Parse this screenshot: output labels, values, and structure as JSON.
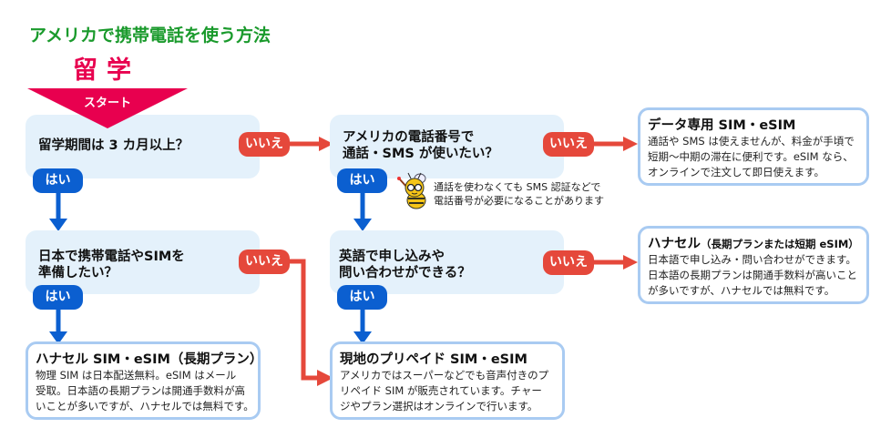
{
  "header": {
    "title": "アメリカで携帯電話を使う方法",
    "subtitle": "留学",
    "start_label": "スタート"
  },
  "labels": {
    "yes": "はい",
    "no": "いいえ"
  },
  "questions": [
    {
      "id": "q1",
      "text": "留学期間は 3 カ月以上？"
    },
    {
      "id": "q2",
      "line1": "アメリカの電話番号で",
      "line2": "通話・SMS が使いたい？"
    },
    {
      "id": "q3",
      "line1": "日本で携帯電話やSIMを",
      "line2": "準備したい？"
    },
    {
      "id": "q4",
      "line1": "英語で申し込みや",
      "line2": "問い合わせができる？"
    }
  ],
  "note": {
    "icon": "bee-mascot-icon",
    "line1": "通話を使わなくても SMS 認証などで",
    "line2": "電話番号が必要になることがあります"
  },
  "results": [
    {
      "id": "data-sim",
      "title": "データ専用 SIM・eSIM",
      "lines": [
        "通話や SMS は使えませんが、料金が手頃で",
        "短期〜中期の滞在に便利です。eSIM なら、",
        "オンラインで注文して即日使えます。"
      ]
    },
    {
      "id": "hanacell-short",
      "title": "ハナセル",
      "title_sub": "（長期プランまたは短期 eSIM）",
      "lines": [
        "日本語で申し込み・問い合わせができます。",
        "日本語の長期プランは開通手数料が高いこと",
        "が多いですが、ハナセルでは無料です。"
      ]
    },
    {
      "id": "hanacell-long",
      "title": "ハナセル SIM・eSIM（長期プラン）",
      "lines": [
        "物理 SIM は日本配送無料。eSIM はメール",
        "受取。日本語の長期プランは開通手数料が高",
        "いことが多いですが、ハナセルでは無料です。"
      ]
    },
    {
      "id": "local-prepaid",
      "title": "現地のプリペイド SIM・eSIM",
      "lines": [
        "アメリカではスーパーなどでも音声付きのプ",
        "リペイド SIM が販売されています。チャー",
        "ジやプラン選択はオンラインで行います。"
      ]
    }
  ],
  "colors": {
    "title_green": "#1a9a2c",
    "accent_pink": "#e8004f",
    "yes_blue": "#0b5fd0",
    "no_red": "#e5483b",
    "question_bg": "#e4f1fb",
    "result_border": "#a9cbf2"
  }
}
